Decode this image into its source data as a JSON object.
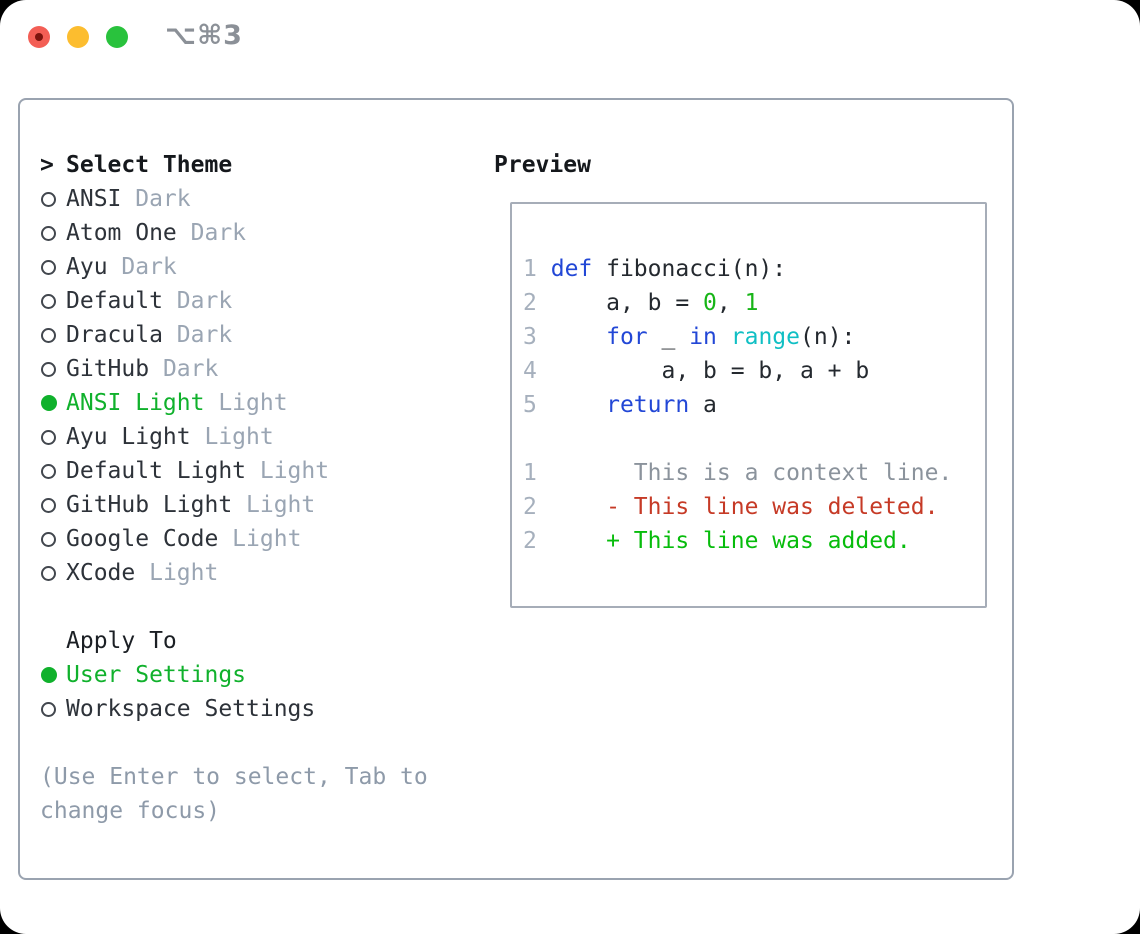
{
  "window": {
    "shortcut": "⌥⌘3",
    "traffic_lights": {
      "close": "close-unsaved-dot",
      "minimize": "minimize",
      "zoom": "zoom"
    }
  },
  "theme_selector": {
    "prompt": ">",
    "title": "Select Theme",
    "items": [
      {
        "name": "ANSI",
        "variant": "Dark",
        "selected": false
      },
      {
        "name": "Atom One",
        "variant": "Dark",
        "selected": false
      },
      {
        "name": "Ayu",
        "variant": "Dark",
        "selected": false
      },
      {
        "name": "Default",
        "variant": "Dark",
        "selected": false
      },
      {
        "name": "Dracula",
        "variant": "Dark",
        "selected": false
      },
      {
        "name": "GitHub",
        "variant": "Dark",
        "selected": false
      },
      {
        "name": "ANSI Light",
        "variant": "Light",
        "selected": true
      },
      {
        "name": "Ayu Light",
        "variant": "Light",
        "selected": false
      },
      {
        "name": "Default Light",
        "variant": "Light",
        "selected": false
      },
      {
        "name": "GitHub Light",
        "variant": "Light",
        "selected": false
      },
      {
        "name": "Google Code",
        "variant": "Light",
        "selected": false
      },
      {
        "name": "XCode",
        "variant": "Light",
        "selected": false
      }
    ]
  },
  "apply_to": {
    "title": "Apply To",
    "options": [
      {
        "label": "User Settings",
        "selected": true
      },
      {
        "label": "Workspace Settings",
        "selected": false
      }
    ]
  },
  "footer": {
    "line1": "(Use Enter to select, Tab to",
    "line2": "change focus)"
  },
  "preview": {
    "title": "Preview",
    "code_lines": [
      {
        "num": "1",
        "tokens": [
          {
            "t": " ",
            "c": "pl"
          },
          {
            "t": "def",
            "c": "kw"
          },
          {
            "t": " fibonacci(n):",
            "c": "pl"
          }
        ]
      },
      {
        "num": "2",
        "tokens": [
          {
            "t": "     a, b = ",
            "c": "pl"
          },
          {
            "t": "0",
            "c": "num"
          },
          {
            "t": ", ",
            "c": "pl"
          },
          {
            "t": "1",
            "c": "num"
          }
        ]
      },
      {
        "num": "3",
        "tokens": [
          {
            "t": "     ",
            "c": "pl"
          },
          {
            "t": "for",
            "c": "kw"
          },
          {
            "t": " _ ",
            "c": "pl"
          },
          {
            "t": "in",
            "c": "kw"
          },
          {
            "t": " ",
            "c": "pl"
          },
          {
            "t": "range",
            "c": "bi"
          },
          {
            "t": "(n):",
            "c": "pl"
          }
        ]
      },
      {
        "num": "4",
        "tokens": [
          {
            "t": "         a, b = b, a + b",
            "c": "pl"
          }
        ]
      },
      {
        "num": "5",
        "tokens": [
          {
            "t": "     ",
            "c": "pl"
          },
          {
            "t": "return",
            "c": "kw"
          },
          {
            "t": " a",
            "c": "pl"
          }
        ]
      }
    ],
    "diff_lines": [
      {
        "num": "1",
        "tokens": [
          {
            "t": "       This is a context line.",
            "c": "ctx"
          }
        ]
      },
      {
        "num": "2",
        "tokens": [
          {
            "t": "     ",
            "c": "pl"
          },
          {
            "t": "- This line was deleted.",
            "c": "del"
          }
        ]
      },
      {
        "num": "2",
        "tokens": [
          {
            "t": "     ",
            "c": "pl"
          },
          {
            "t": "+ This line was added.",
            "c": "add"
          }
        ]
      }
    ]
  },
  "colors": {
    "selection_green": "#10b12c",
    "keyword_blue": "#2247d6",
    "builtin_cyan": "#10bfc4",
    "number_green": "#17b517",
    "diff_deleted_red": "#c63a26",
    "diff_added_green": "#07bc0c",
    "muted_gray": "#9aa5b3",
    "panel_border": "#9aa3b0",
    "traffic_red": "#f35e55",
    "traffic_yellow": "#fcbd2f",
    "traffic_green": "#29c23d"
  }
}
